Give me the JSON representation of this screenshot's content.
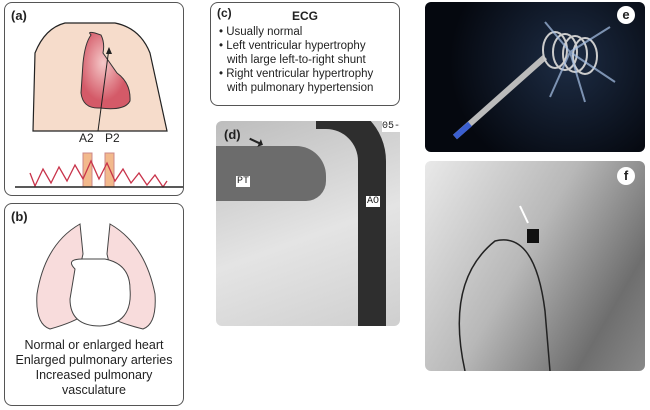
{
  "panels": {
    "a": {
      "label": "(a)",
      "a2": "A2",
      "p2": "P2"
    },
    "b": {
      "label": "(b)",
      "lines": [
        "Normal or enlarged heart",
        "Enlarged pulmonary arteries",
        "Increased pulmonary",
        "vasculature"
      ]
    },
    "c": {
      "label": "(c)",
      "title": "ECG",
      "items": [
        "Usually normal",
        "Left ventricular hypertrophy",
        "with large left-to-right shunt",
        "Right ventricular hypertrophy",
        "with pulmonary hypertension"
      ]
    },
    "d": {
      "label": "(d)",
      "pt": "PT",
      "ao": "AO",
      "corner": "05-"
    },
    "e": {
      "label": "e"
    },
    "f": {
      "label": "f"
    }
  }
}
